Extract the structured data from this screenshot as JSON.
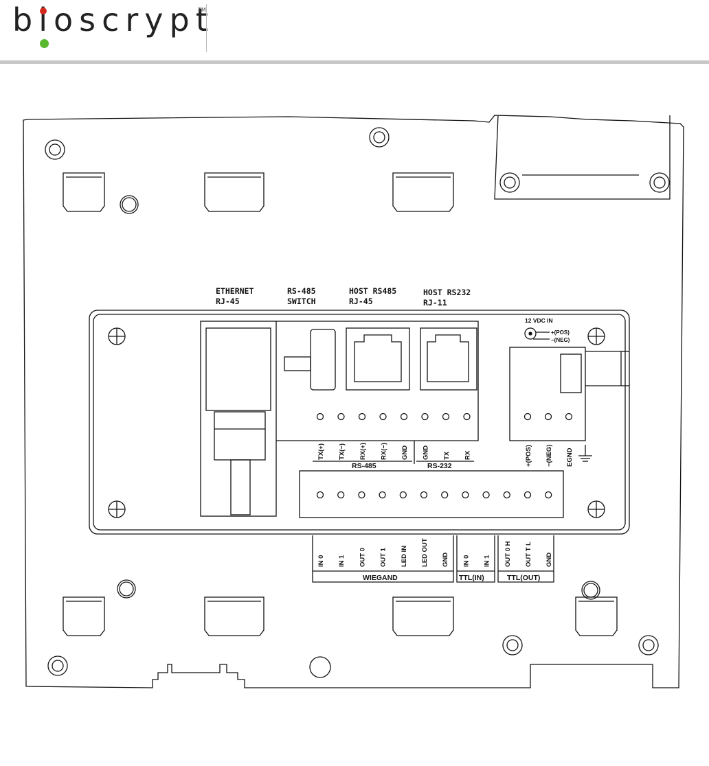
{
  "logo": {
    "name": "bioscrypt",
    "trademark": "TM"
  },
  "colors": {
    "logo_red_dot": "#d42a1e",
    "logo_green_dot": "#59b82f",
    "rule": "#c7c7c7",
    "line": "#111111"
  },
  "top_labels": {
    "ethernet": [
      "ETHERNET",
      "RJ-45"
    ],
    "switch": [
      "RS-485",
      "SWITCH"
    ],
    "host485": [
      "HOST RS485",
      "RJ-45"
    ],
    "host232": [
      "HOST RS232",
      "RJ-11"
    ]
  },
  "power_block": {
    "title": "12 VDC IN",
    "pos": "+(POS)",
    "neg": "−(NEG)"
  },
  "upper_terminal": {
    "pins": [
      "TX(+)",
      "TX(−)",
      "RX(+)",
      "RX(−)",
      "GND",
      "GND",
      "TX",
      "RX"
    ],
    "groups": [
      "RS-485",
      "RS-232"
    ]
  },
  "power_terminal": {
    "pins": [
      "+(POS)",
      "−(NEG)",
      "EGND"
    ]
  },
  "lower_terminal": {
    "pins": [
      "IN 0",
      "IN 1",
      "OUT 0",
      "OUT 1",
      "LED IN",
      "LED OUT",
      "GND",
      "IN 0",
      "IN 1",
      "OUT 0 H",
      "OUT T L",
      "GND"
    ],
    "groups": [
      "WIEGAND",
      "TTL(IN)",
      "TTL(OUT)"
    ]
  }
}
